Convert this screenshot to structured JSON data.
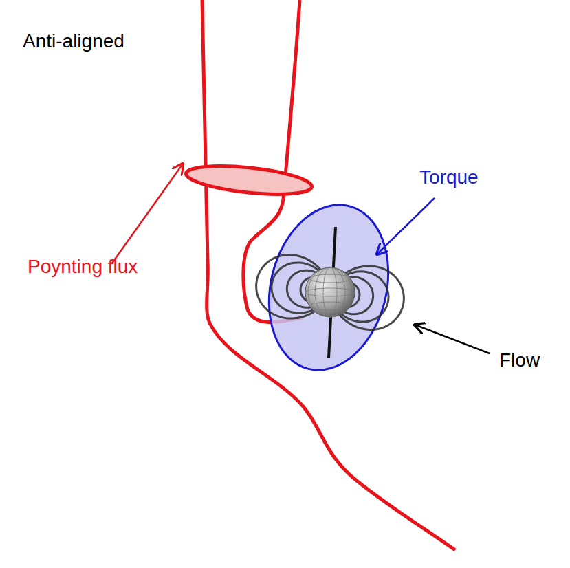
{
  "diagram": {
    "title": "Anti-aligned",
    "labels": [
      "Poynting flux",
      "Torque",
      "Flow"
    ]
  }
}
